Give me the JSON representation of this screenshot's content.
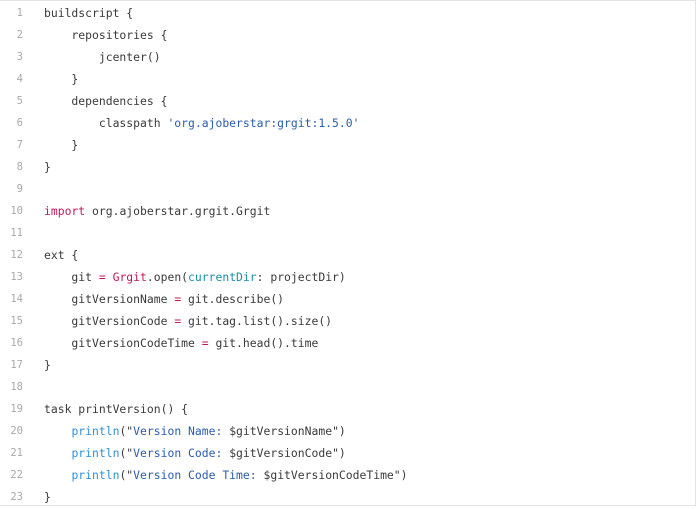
{
  "code_block": {
    "lines": [
      {
        "n": "1",
        "tokens": [
          {
            "t": "buildscript {",
            "k": "plain"
          }
        ]
      },
      {
        "n": "2",
        "tokens": [
          {
            "t": "    repositories {",
            "k": "plain"
          }
        ]
      },
      {
        "n": "3",
        "tokens": [
          {
            "t": "        jcenter()",
            "k": "plain"
          }
        ]
      },
      {
        "n": "4",
        "tokens": [
          {
            "t": "    }",
            "k": "plain"
          }
        ]
      },
      {
        "n": "5",
        "tokens": [
          {
            "t": "    dependencies {",
            "k": "plain"
          }
        ]
      },
      {
        "n": "6",
        "tokens": [
          {
            "t": "        classpath ",
            "k": "plain"
          },
          {
            "t": "'org.ajoberstar:grgit:1.5.0'",
            "k": "str"
          }
        ]
      },
      {
        "n": "7",
        "tokens": [
          {
            "t": "    }",
            "k": "plain"
          }
        ]
      },
      {
        "n": "8",
        "tokens": [
          {
            "t": "}",
            "k": "plain"
          }
        ]
      },
      {
        "n": "9",
        "tokens": []
      },
      {
        "n": "10",
        "tokens": [
          {
            "t": "import",
            "k": "kw"
          },
          {
            "t": " org.ajoberstar.grgit.Grgit",
            "k": "plain"
          }
        ]
      },
      {
        "n": "11",
        "tokens": []
      },
      {
        "n": "12",
        "tokens": [
          {
            "t": "ext {",
            "k": "plain"
          }
        ]
      },
      {
        "n": "13",
        "tokens": [
          {
            "t": "    git ",
            "k": "plain"
          },
          {
            "t": "=",
            "k": "op"
          },
          {
            "t": " ",
            "k": "plain"
          },
          {
            "t": "Grgit",
            "k": "cls"
          },
          {
            "t": ".open(",
            "k": "plain"
          },
          {
            "t": "currentDir",
            "k": "param"
          },
          {
            "t": ": projectDir)",
            "k": "plain"
          }
        ]
      },
      {
        "n": "14",
        "tokens": [
          {
            "t": "    gitVersionName ",
            "k": "plain"
          },
          {
            "t": "=",
            "k": "op"
          },
          {
            "t": " git.describe()",
            "k": "plain"
          }
        ]
      },
      {
        "n": "15",
        "tokens": [
          {
            "t": "    gitVersionCode ",
            "k": "plain"
          },
          {
            "t": "=",
            "k": "op"
          },
          {
            "t": " git.tag.list().size()",
            "k": "plain"
          }
        ]
      },
      {
        "n": "16",
        "tokens": [
          {
            "t": "    gitVersionCodeTime ",
            "k": "plain"
          },
          {
            "t": "=",
            "k": "op"
          },
          {
            "t": " git.head().time",
            "k": "plain"
          }
        ]
      },
      {
        "n": "17",
        "tokens": [
          {
            "t": "}",
            "k": "plain"
          }
        ]
      },
      {
        "n": "18",
        "tokens": []
      },
      {
        "n": "19",
        "tokens": [
          {
            "t": "task printVersion() {",
            "k": "plain"
          }
        ]
      },
      {
        "n": "20",
        "tokens": [
          {
            "t": "    ",
            "k": "plain"
          },
          {
            "t": "println",
            "k": "fn"
          },
          {
            "t": "(\"",
            "k": "plain"
          },
          {
            "t": "Version Name: ",
            "k": "str"
          },
          {
            "t": "$gitVersionName",
            "k": "plain"
          },
          {
            "t": "\")",
            "k": "plain"
          }
        ]
      },
      {
        "n": "21",
        "tokens": [
          {
            "t": "    ",
            "k": "plain"
          },
          {
            "t": "println",
            "k": "fn"
          },
          {
            "t": "(\"",
            "k": "plain"
          },
          {
            "t": "Version Code: ",
            "k": "str"
          },
          {
            "t": "$gitVersionCode",
            "k": "plain"
          },
          {
            "t": "\")",
            "k": "plain"
          }
        ]
      },
      {
        "n": "22",
        "tokens": [
          {
            "t": "    ",
            "k": "plain"
          },
          {
            "t": "println",
            "k": "fn"
          },
          {
            "t": "(\"",
            "k": "plain"
          },
          {
            "t": "Version Code Time: ",
            "k": "str"
          },
          {
            "t": "$gitVersionCodeTime",
            "k": "plain"
          },
          {
            "t": "\")",
            "k": "plain"
          }
        ]
      },
      {
        "n": "23",
        "tokens": [
          {
            "t": "}",
            "k": "plain"
          }
        ]
      }
    ]
  },
  "colors": {
    "keyword": "#c3185a",
    "string": "#2a5cae",
    "function": "#2f8fd6",
    "parameter": "#1a8ea8",
    "plain": "#3a3a3a",
    "line_number": "#a9a9a9"
  }
}
